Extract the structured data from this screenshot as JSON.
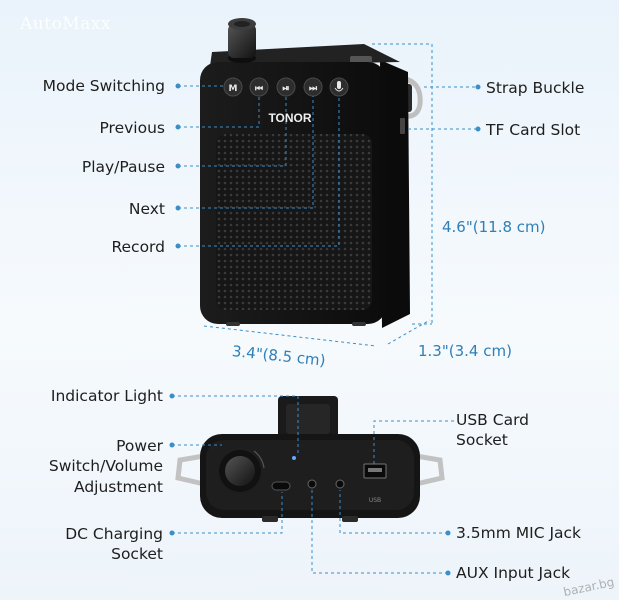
{
  "watermark": "AutoMaxx",
  "corner_watermark": "bazar.bg",
  "brand": "TONOR",
  "front_labels": {
    "mode_switching": "Mode Switching",
    "previous": "Previous",
    "play_pause": "Play/Pause",
    "next": "Next",
    "record": "Record",
    "strap_buckle": "Strap Buckle",
    "tf_card_slot": "TF Card Slot"
  },
  "dimensions": {
    "height": "4.6\"(11.8 cm)",
    "width": "3.4\"(8.5 cm)",
    "depth": "1.3\"(3.4 cm)"
  },
  "bottom_labels": {
    "indicator_light": "Indicator Light",
    "power_volume": "Power\nSwitch/Volume\nAdjustment",
    "usb_card_socket": "USB Card\nSocket",
    "dc_charging_socket": "DC Charging\nSocket",
    "mic_jack": "3.5mm MIC Jack",
    "aux_input_jack": "AUX Input Jack"
  },
  "device_markings": {
    "button_mode": "M",
    "mic_icon": "microphone-icon",
    "usb_port_label": "USB"
  },
  "colors": {
    "accent_line": "#3a8fc9",
    "device_body": "#141414",
    "background": "#eef5fb"
  }
}
